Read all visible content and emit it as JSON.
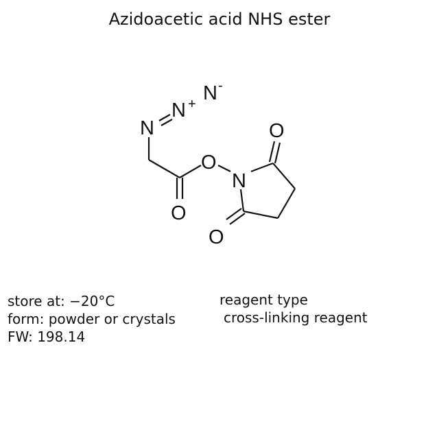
{
  "title": "Azidoacetic acid NHS ester",
  "structure": {
    "atoms": {
      "n1": "N",
      "n2": "N",
      "n2_charge": "+",
      "n3": "N",
      "n3_charge": "-",
      "o_ester": "O",
      "o_carbonyl": "O",
      "n_succ": "N",
      "o_top": "O",
      "o_bottom": "O"
    }
  },
  "properties": {
    "storage": "store at: −20°C",
    "form": "form: powder or crystals",
    "fw": "FW: 198.14"
  },
  "reagent": {
    "label": "reagent type",
    "value": "cross-linking reagent"
  }
}
